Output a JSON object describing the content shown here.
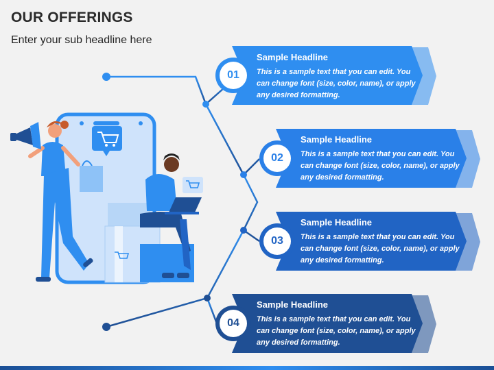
{
  "header": {
    "title": "OUR OFFERINGS",
    "subtitle": "Enter your sub headline here"
  },
  "offerings": [
    {
      "number": "01",
      "headline": "Sample Headline",
      "text": "This is a sample text that you can edit. You can change font (size, color, name), or apply any desired formatting.",
      "color": "#2f8ef0"
    },
    {
      "number": "02",
      "headline": "Sample Headline",
      "text": "This is a sample text that you can edit. You can change font (size, color, name), or apply any desired formatting.",
      "color": "#2a80e8"
    },
    {
      "number": "03",
      "headline": "Sample Headline",
      "text": "This is a sample text that you can edit. You can change font (size, color, name), or apply any desired formatting.",
      "color": "#2164c4"
    },
    {
      "number": "04",
      "headline": "Sample Headline",
      "text": "This is a sample text that you can edit. You can change font (size, color, name), or apply any desired formatting.",
      "color": "#1f4f94"
    }
  ],
  "colors": {
    "accent_light": "#2f8ef0",
    "accent_dark": "#1f4f94",
    "phone_fill": "#cfe3fb"
  }
}
